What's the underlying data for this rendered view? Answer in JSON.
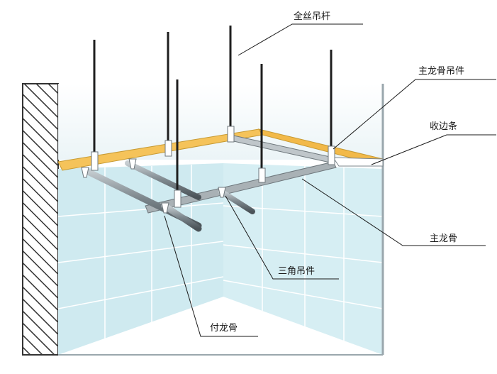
{
  "labels": {
    "full_thread_rod": "全丝吊杆",
    "main_keel_hanger": "主龙骨吊件",
    "edge_strip": "收边条",
    "main_keel": "主龙骨",
    "triangle_hanger": "三角吊件",
    "secondary_keel": "付龙骨"
  },
  "colors": {
    "tile_fill": "#cfeaf0",
    "tile_grid": "#ffffff",
    "edge_strip": "#f5c35a",
    "keel_metal": "#9aa3a8",
    "rod": "#1e1e1e",
    "wall_hatch": "#333333"
  }
}
